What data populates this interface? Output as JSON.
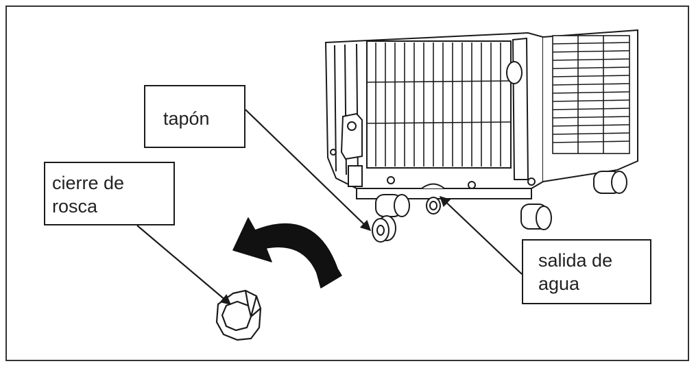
{
  "callouts": {
    "tapon": {
      "line1": "tapón"
    },
    "cierre": {
      "line1": "cierre de",
      "line2": "rosca"
    },
    "salida": {
      "line1": "salida de",
      "line2": "agua"
    }
  },
  "colors": {
    "line": "#1a1a1a",
    "border": "#333333",
    "background": "#ffffff"
  },
  "icons": {
    "rotation": "curved-arrow-counterclockwise-icon",
    "cap": "screw-cap-icon",
    "plug": "plug-icon",
    "unit": "air-conditioner-base-illustration"
  }
}
